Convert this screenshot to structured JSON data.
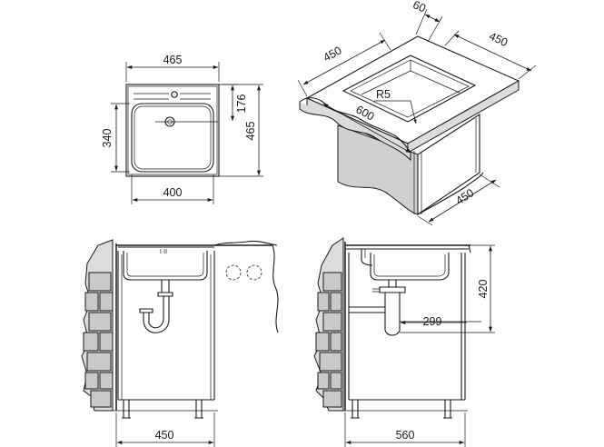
{
  "dimensions": {
    "top_width": "465",
    "top_height": "465",
    "bowl_depth": "340",
    "bowl_width": "400",
    "drain_offset": "176",
    "iso_top_a": "60",
    "iso_left": "450",
    "iso_right": "450",
    "iso_radius": "R5",
    "iso_front": "600",
    "iso_cabinet": "450",
    "front_width": "450",
    "side_width": "560",
    "side_height": "420",
    "side_drain": "299"
  }
}
